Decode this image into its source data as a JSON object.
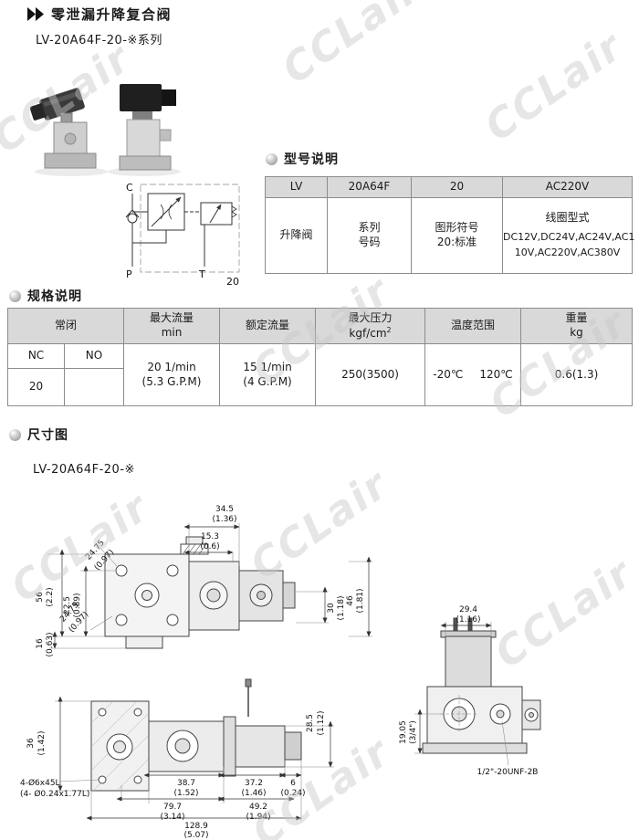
{
  "page": {
    "title": "零泄漏升降复合阀",
    "series": "LV-20A64F-20-※系列",
    "watermark": "CCLair"
  },
  "colors": {
    "table_header_bg": "#d9d9d9",
    "table_border": "#8c8c8c",
    "watermark_gray": "#c9c9c9"
  },
  "sections": {
    "model_heading": "型号说明",
    "spec_heading": "规格说明",
    "dim_heading": "尺寸图",
    "dim_model_label": "LV-20A64F-20-※"
  },
  "schematic": {
    "c": "C",
    "p": "P",
    "t": "T",
    "num": "20"
  },
  "model_table": {
    "headers": [
      "LV",
      "20A64F",
      "20",
      "AC220V"
    ],
    "body": {
      "valve": "升降阀",
      "series_l1": "系列",
      "series_l2": "号码",
      "symbol_l1": "图形符号",
      "symbol_l2": "20:标准",
      "coil_title": "线圈型式",
      "coil_l1": "DC12V,DC24V,AC24V,AC1",
      "coil_l2": "10V,AC220V,AC380V"
    }
  },
  "spec_table": {
    "h_nc": "常闭",
    "h_flow_max_l1": "最大流量",
    "h_flow_max_l2": "min",
    "h_flow_rated": "额定流量",
    "h_pressure_l1": "最大压力",
    "h_pressure_l2": "kgf/cm",
    "h_pressure_sup": "2",
    "h_temp": "温度范围",
    "h_weight_l1": "重量",
    "h_weight_l2": "kg",
    "nc": "NC",
    "no": "NO",
    "row_label": "20",
    "flow_max_l1": "20 1/min",
    "flow_max_l2": "(5.3 G.P.M)",
    "flow_rated_l1": "15 1/min",
    "flow_rated_l2": "(4 G.P.M)",
    "pressure": "250(3500)",
    "temp_low": "-20℃",
    "temp_high": "120℃",
    "weight": "0.6(1.3)"
  },
  "dims": {
    "d34_5": "34.5",
    "d34_5_in": "(1.36)",
    "d15_3": "15.3",
    "d15_3_in": "(0.6)",
    "d24_75a": "24.75",
    "d24_75a_in": "(0.97)",
    "d24_75b": "24.75",
    "d24_75b_in": "(0.97)",
    "d56": "56",
    "d56_in": "(2.2)",
    "d22_5": "22.5",
    "d22_5_in": "(0.89)",
    "d16": "16",
    "d16_in": "(0.63)",
    "d30": "30",
    "d30_in": "(1.18)",
    "d46": "46",
    "d46_in": "(1.81)",
    "d29_4": "29.4",
    "d29_4_in": "(1.16)",
    "d19_05": "19.05",
    "d19_05_in": "(3/4\")",
    "d28_5": "28.5",
    "d28_5_in": "(1.12)",
    "d36": "36",
    "d36_in": "(1.42)",
    "bolt_l1": "4-Ø6x45L",
    "bolt_l2": "(4- Ø0.24x1.77L)",
    "d38_7": "38.7",
    "d38_7_in": "(1.52)",
    "d37_2": "37.2",
    "d37_2_in": "(1.46)",
    "d6": "6",
    "d6_in": "(0.24)",
    "d79_7": "79.7",
    "d79_7_in": "(3.14)",
    "d49_2": "49.2",
    "d49_2_in": "(1.94)",
    "d128_9": "128.9",
    "d128_9_in": "(5.07)",
    "thread": "1/2\"-20UNF-2B"
  }
}
